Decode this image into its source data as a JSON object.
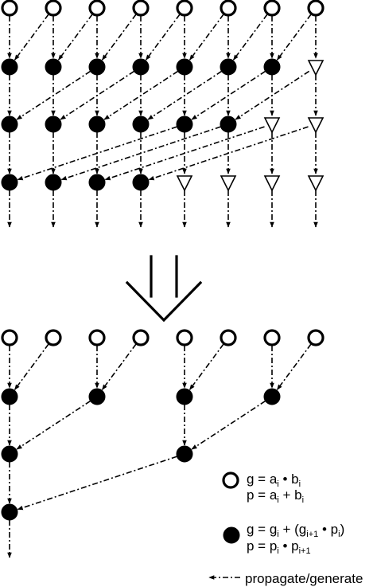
{
  "legend": {
    "open_node": {
      "g_lhs": "g = a",
      "g_i1": "i",
      "g_mid": " • b",
      "g_i2": "i",
      "p_lhs": "p = a",
      "p_i1": "i",
      "p_mid": " + b",
      "p_i2": "i"
    },
    "filled_node": {
      "g_a": "g = g",
      "g_sub1": "i",
      "g_b": " + (g",
      "g_sub2": "i+1",
      "g_c": " • p",
      "g_sub3": "i",
      "g_d": ")",
      "p_a": "p = p",
      "p_sub1": "i",
      "p_b": " • p",
      "p_sub2": "i+1"
    },
    "arrow_label": "propagate/generate"
  },
  "icons": {
    "open_node": "open-circle-icon",
    "filled_node": "filled-circle-icon",
    "pass_node": "open-triangle-icon",
    "transform": "down-arrow-icon"
  }
}
